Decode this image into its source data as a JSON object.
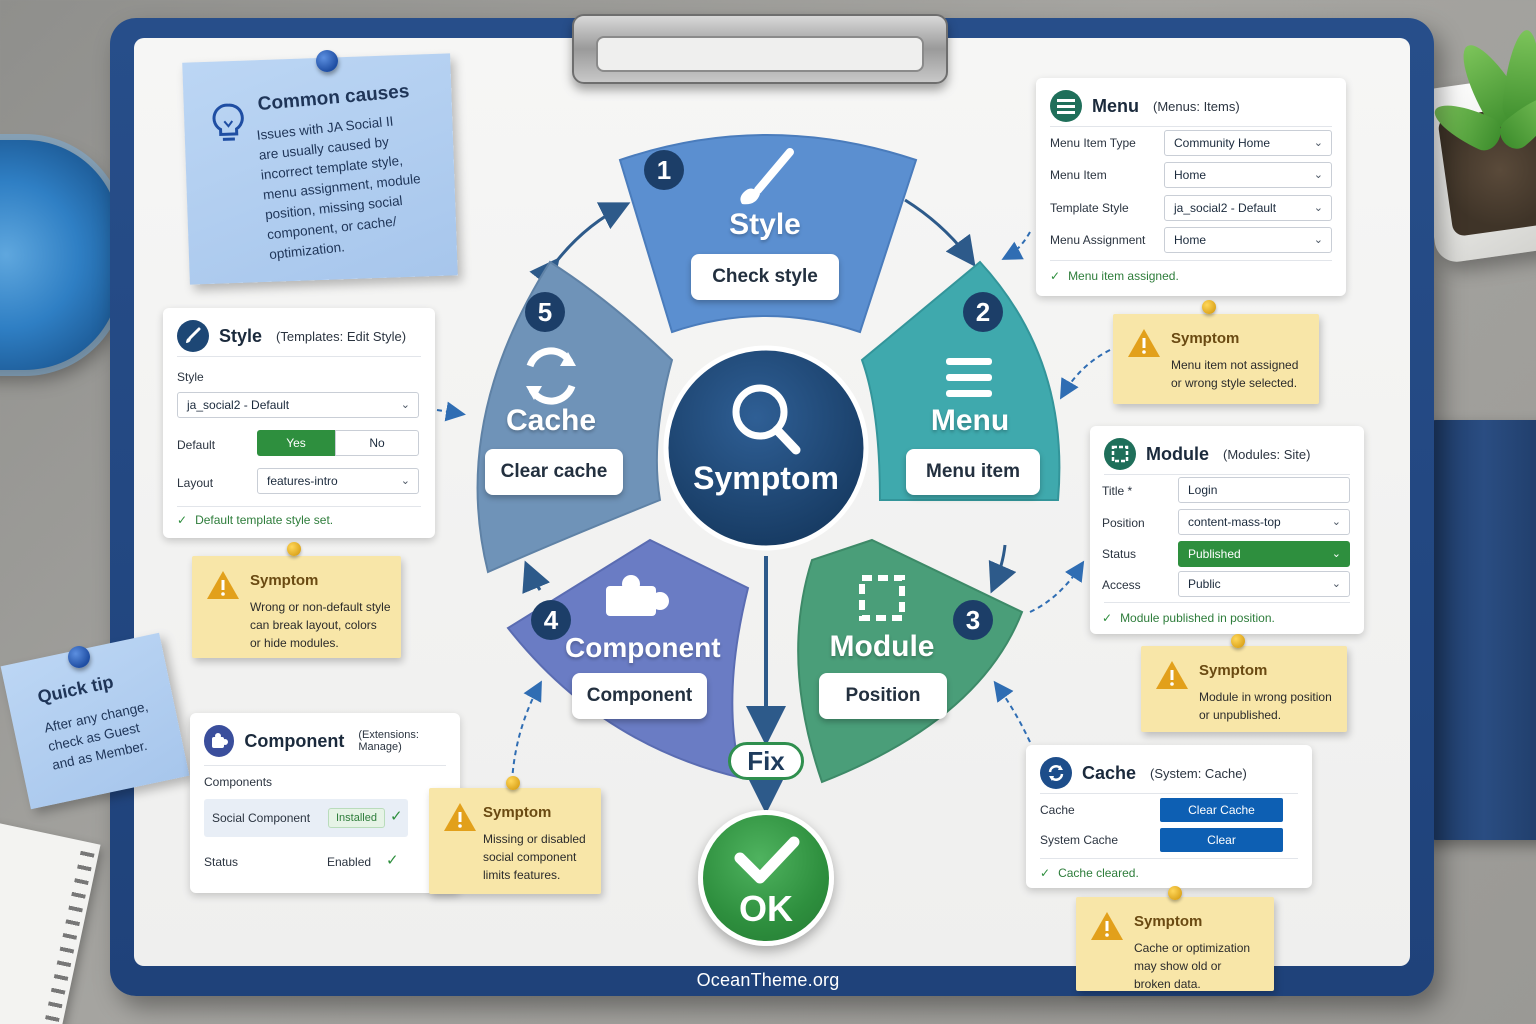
{
  "center": {
    "title": "Symptom",
    "fix_label": "Fix",
    "ok_label": "OK"
  },
  "segments": [
    {
      "number": "1",
      "title": "Style",
      "button": "Check style"
    },
    {
      "number": "2",
      "title": "Menu",
      "button": "Menu item"
    },
    {
      "number": "3",
      "title": "Module",
      "button": "Position"
    },
    {
      "number": "4",
      "title": "Component",
      "button": "Component"
    },
    {
      "number": "5",
      "title": "Cache",
      "button": "Clear cache"
    }
  ],
  "common_causes": {
    "title": "Common causes",
    "lines": [
      "Issues with JA Social II",
      "are usually caused by",
      "incorrect template style,",
      "menu assignment, module",
      "position, missing social",
      "component, or cache/",
      "optimization."
    ]
  },
  "quick_tip": {
    "title": "Quick tip",
    "lines": [
      "After any change,",
      "check as Guest",
      "and as Member."
    ]
  },
  "style_card": {
    "title": "Style",
    "subtitle": "(Templates: Edit Style)",
    "style_label": "Style",
    "style_value": "ja_social2 - Default",
    "default_label": "Default",
    "yes": "Yes",
    "no": "No",
    "layout_label": "Layout",
    "layout_value": "features-intro",
    "status": "Default template style set."
  },
  "menu_card": {
    "title": "Menu",
    "subtitle": "(Menus: Items)",
    "rows": [
      {
        "label": "Menu Item Type",
        "value": "Community Home"
      },
      {
        "label": "Menu Item",
        "value": "Home"
      },
      {
        "label": "Template Style",
        "value": "ja_social2 - Default"
      },
      {
        "label": "Menu Assignment",
        "value": "Home"
      }
    ],
    "status": "Menu item assigned."
  },
  "module_card": {
    "title": "Module",
    "subtitle": "(Modules: Site)",
    "title_label": "Title *",
    "title_value": "Login",
    "position_label": "Position",
    "position_value": "content-mass-top",
    "status_label": "Status",
    "status_value": "Published",
    "access_label": "Access",
    "access_value": "Public",
    "status": "Module published in position."
  },
  "component_card": {
    "title": "Component",
    "subtitle": "(Extensions: Manage)",
    "section_label": "Components",
    "item_name": "Social Component",
    "item_badge": "Installed",
    "status_label": "Status",
    "status_value": "Enabled"
  },
  "cache_card": {
    "title": "Cache",
    "subtitle": "(System: Cache)",
    "cache_label": "Cache",
    "cache_button": "Clear Cache",
    "system_label": "System Cache",
    "system_button": "Clear",
    "status": "Cache cleared."
  },
  "symptoms": [
    {
      "title": "Symptom",
      "lines": [
        "Wrong or non-default style",
        "can break layout, colors",
        "or hide modules."
      ]
    },
    {
      "title": "Symptom",
      "lines": [
        "Menu item not assigned",
        "or wrong style selected."
      ]
    },
    {
      "title": "Symptom",
      "lines": [
        "Module in wrong position",
        "or unpublished."
      ]
    },
    {
      "title": "Symptom",
      "lines": [
        "Missing or disabled",
        "social component",
        "limits features."
      ]
    },
    {
      "title": "Symptom",
      "lines": [
        "Cache or optimization",
        "may show old or",
        "broken data."
      ]
    }
  ],
  "footer": "OceanTheme.org",
  "colors": {
    "style": "#5b8fd0",
    "menu": "#3fa9ad",
    "module": "#4a9e79",
    "component": "#6a7cc4",
    "cache": "#6f93b8",
    "center": "#1d4775",
    "symptom": "#f8e6a8",
    "success": "#2e8f3e"
  }
}
